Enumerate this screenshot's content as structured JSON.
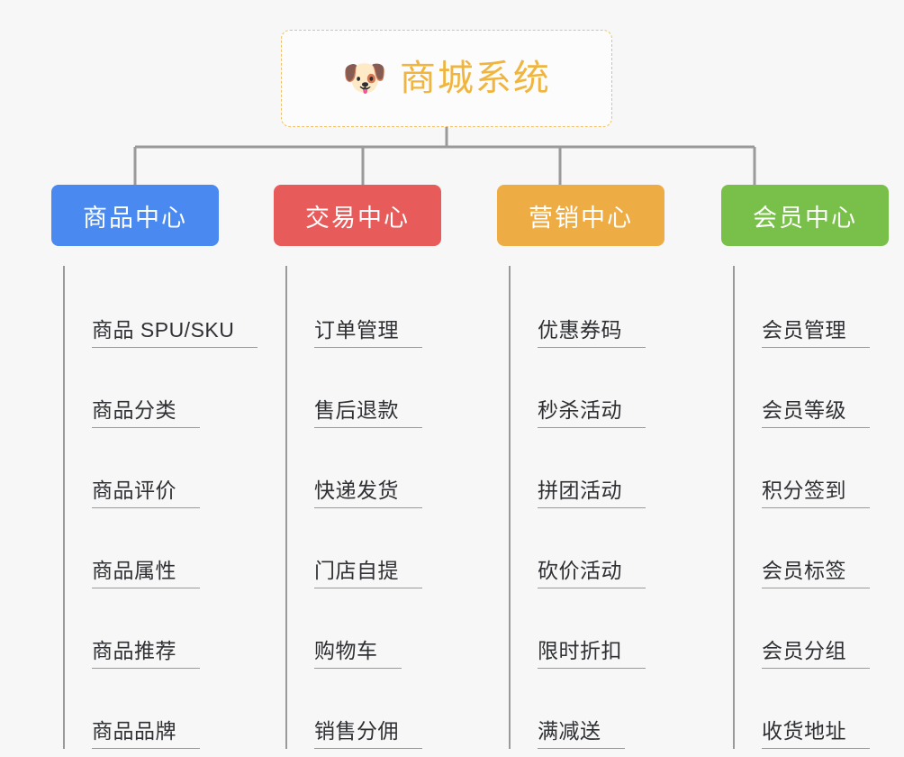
{
  "diagram": {
    "title": "商城系统",
    "root": {
      "icon": "shiba-dog-emoji",
      "emoji": "🐶",
      "label": "商城系统",
      "border_color": "#f0c066",
      "text_color": "#f0b53f"
    },
    "categories": [
      {
        "label": "商品中心",
        "color": "#4a8af0",
        "items": [
          {
            "label": "商品 SPU/SKU"
          },
          {
            "label": "商品分类"
          },
          {
            "label": "商品评价"
          },
          {
            "label": "商品属性"
          },
          {
            "label": "商品推荐"
          },
          {
            "label": "商品品牌"
          }
        ]
      },
      {
        "label": "交易中心",
        "color": "#e85b5b",
        "items": [
          {
            "label": "订单管理"
          },
          {
            "label": "售后退款"
          },
          {
            "label": "快递发货"
          },
          {
            "label": "门店自提"
          },
          {
            "label": "购物车"
          },
          {
            "label": "销售分佣"
          }
        ]
      },
      {
        "label": "营销中心",
        "color": "#edad44",
        "items": [
          {
            "label": "优惠券码"
          },
          {
            "label": "秒杀活动"
          },
          {
            "label": "拼团活动"
          },
          {
            "label": "砍价活动"
          },
          {
            "label": "限时折扣"
          },
          {
            "label": "满减送"
          }
        ]
      },
      {
        "label": "会员中心",
        "color": "#79c04a",
        "items": [
          {
            "label": "会员管理"
          },
          {
            "label": "会员等级"
          },
          {
            "label": "积分签到"
          },
          {
            "label": "会员标签"
          },
          {
            "label": "会员分组"
          },
          {
            "label": "收货地址"
          }
        ]
      }
    ],
    "connector_color": "#9a9a9a",
    "background_color": "#f7f7f7"
  }
}
